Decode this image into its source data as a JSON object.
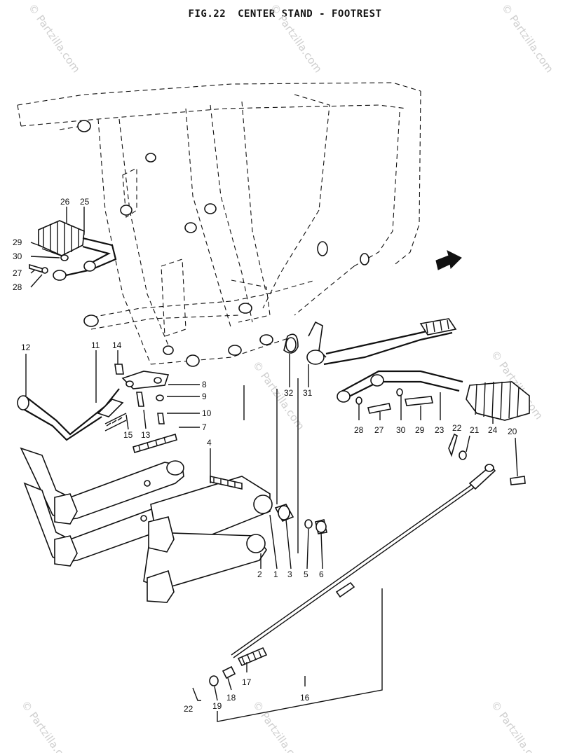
{
  "title": {
    "fig": "FIG.22",
    "name": "CENTER STAND - FOOTREST"
  },
  "watermark": "© Partzilla.com",
  "callouts": [
    {
      "id": "26",
      "label": "26"
    },
    {
      "id": "25",
      "label": "25"
    },
    {
      "id": "29",
      "label": "29"
    },
    {
      "id": "30",
      "label": "30"
    },
    {
      "id": "27",
      "label": "27"
    },
    {
      "id": "28",
      "label": "28"
    },
    {
      "id": "12",
      "label": "12"
    },
    {
      "id": "11",
      "label": "11"
    },
    {
      "id": "14",
      "label": "14"
    },
    {
      "id": "8",
      "label": "8"
    },
    {
      "id": "9",
      "label": "9"
    },
    {
      "id": "10",
      "label": "10"
    },
    {
      "id": "7",
      "label": "7"
    },
    {
      "id": "13",
      "label": "13"
    },
    {
      "id": "15",
      "label": "15"
    },
    {
      "id": "4",
      "label": "4"
    },
    {
      "id": "32",
      "label": "32"
    },
    {
      "id": "31",
      "label": "31"
    },
    {
      "id": "28b",
      "label": "28"
    },
    {
      "id": "27b",
      "label": "27"
    },
    {
      "id": "30b",
      "label": "30"
    },
    {
      "id": "29b",
      "label": "29"
    },
    {
      "id": "23",
      "label": "23"
    },
    {
      "id": "22",
      "label": "22"
    },
    {
      "id": "21",
      "label": "21"
    },
    {
      "id": "24",
      "label": "24"
    },
    {
      "id": "20",
      "label": "20"
    },
    {
      "id": "2",
      "label": "2"
    },
    {
      "id": "1",
      "label": "1"
    },
    {
      "id": "3",
      "label": "3"
    },
    {
      "id": "5",
      "label": "5"
    },
    {
      "id": "6",
      "label": "6"
    },
    {
      "id": "17",
      "label": "17"
    },
    {
      "id": "18",
      "label": "18"
    },
    {
      "id": "19",
      "label": "19"
    },
    {
      "id": "16",
      "label": "16"
    },
    {
      "id": "22b",
      "label": "22"
    }
  ]
}
